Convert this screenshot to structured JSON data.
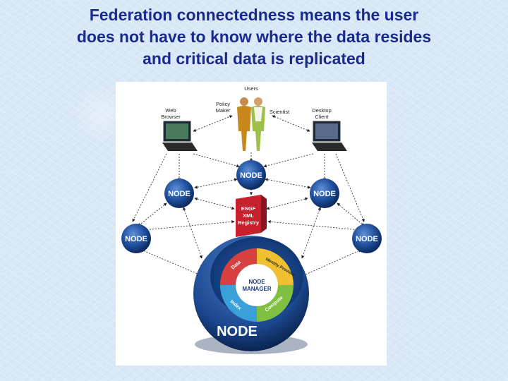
{
  "slide": {
    "title_lines": [
      "Federation connectedness means the user",
      "does not have to know where the data resides",
      "and critical data is replicated"
    ]
  },
  "diagram": {
    "users": {
      "heading": "Users",
      "policy_maker": [
        "Policy",
        "Maker"
      ],
      "scientist": "Scientist"
    },
    "web_browser": [
      "Web",
      "Browser"
    ],
    "desktop_client": [
      "Desktop",
      "Client"
    ],
    "node_label": "NODE",
    "registry": [
      "ESGF",
      "XML",
      "Registry"
    ],
    "node_manager": [
      "NODE",
      "MANAGER"
    ],
    "segments": {
      "data": "Data",
      "identity": "Identity Provider",
      "index": "Index",
      "compute": "Compute"
    },
    "big_node_label": "NODE",
    "colors": {
      "title": "#1a2a8c",
      "node_blue": "#1e4e9c",
      "registry_red": "#c8202c",
      "seg_data": "#d84040",
      "seg_identity": "#f0c030",
      "seg_index": "#3aa0d8",
      "seg_compute": "#80c040"
    }
  }
}
